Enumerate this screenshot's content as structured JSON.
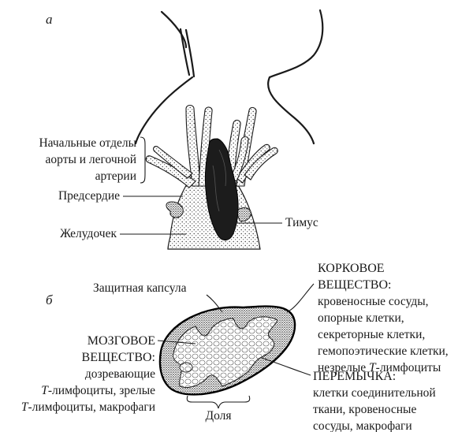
{
  "panel_a": {
    "letter": "а",
    "labels": {
      "vessels": [
        "Начальные отделы",
        "аорты и легочной",
        "артерии"
      ],
      "atrium": "Предсердие",
      "ventricle": "Желудочек",
      "thymus": "Тимус"
    }
  },
  "panel_b": {
    "letter": "б",
    "labels": {
      "capsule": "Защитная капсула",
      "cortex_title": [
        "КОРКОВОЕ",
        "ВЕЩЕСТВО:"
      ],
      "cortex_items": [
        "кровеносные сосуды,",
        "опорные клетки,",
        "секреторные клетки,",
        "гемопоэтические клетки,"
      ],
      "cortex_last_italic": "Т",
      "cortex_last_rest": "-лимфоциты",
      "cortex_last_prefix": "незрелые ",
      "medulla_title": [
        "МОЗГОВОЕ",
        "ВЕЩЕСТВО:"
      ],
      "medulla_line1": "дозревающие",
      "medulla_line2_italic": "Т",
      "medulla_line2_rest": "-лимфоциты, зрелые",
      "medulla_line3_italic": "Т",
      "medulla_line3_rest": "-лимфоциты, макрофаги",
      "septum_title": "ПЕРЕМЫЧКА:",
      "septum_items": [
        "клетки соединительной",
        "ткани, кровеносные",
        "сосуды, макрофаги"
      ],
      "lobule": "Доля"
    }
  }
}
